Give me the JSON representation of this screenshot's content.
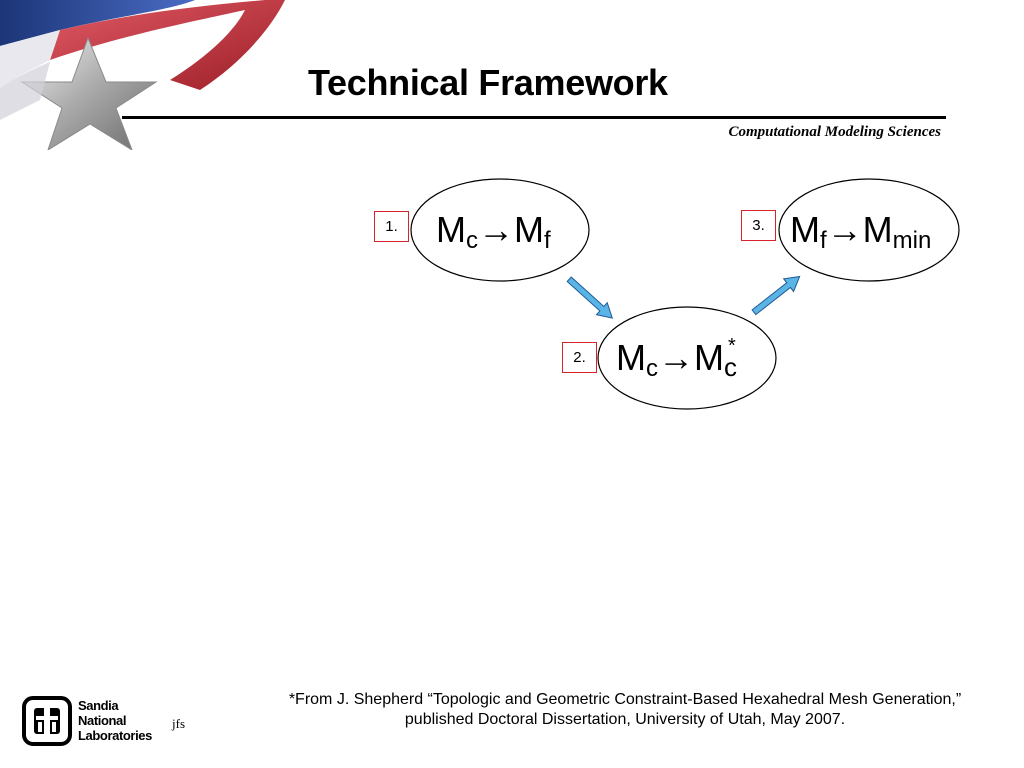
{
  "slide": {
    "title": "Technical Framework",
    "subtitle": "Computational Modeling Sciences",
    "footnote_line1": "*From J. Shepherd “Topologic and Geometric Constraint-Based Hexahedral Mesh Generation,”",
    "footnote_line2": "published Doctoral Dissertation, University of Utah, May 2007.",
    "author": "jfs"
  },
  "logo": {
    "line1": "Sandia",
    "line2": "National",
    "line3": "Laboratories"
  },
  "steps": [
    {
      "label": "1.",
      "from": "M",
      "from_sub": "c",
      "arrow": "→",
      "to": "M",
      "to_sub": "f"
    },
    {
      "label": "2.",
      "from": "M",
      "from_sub": "c",
      "arrow": "→",
      "to": "M",
      "to_sup": "*",
      "to_sub": "c"
    },
    {
      "label": "3.",
      "from": "M",
      "from_sub": "f",
      "arrow": "→",
      "to": "M",
      "to_sub": "min"
    }
  ],
  "colors": {
    "step_border": "#d6242a",
    "arrow_fill": "#5ab4e6",
    "arrow_stroke": "#1e5a96",
    "flag_red": "#c8303c",
    "flag_blue": "#2e4fa0"
  }
}
